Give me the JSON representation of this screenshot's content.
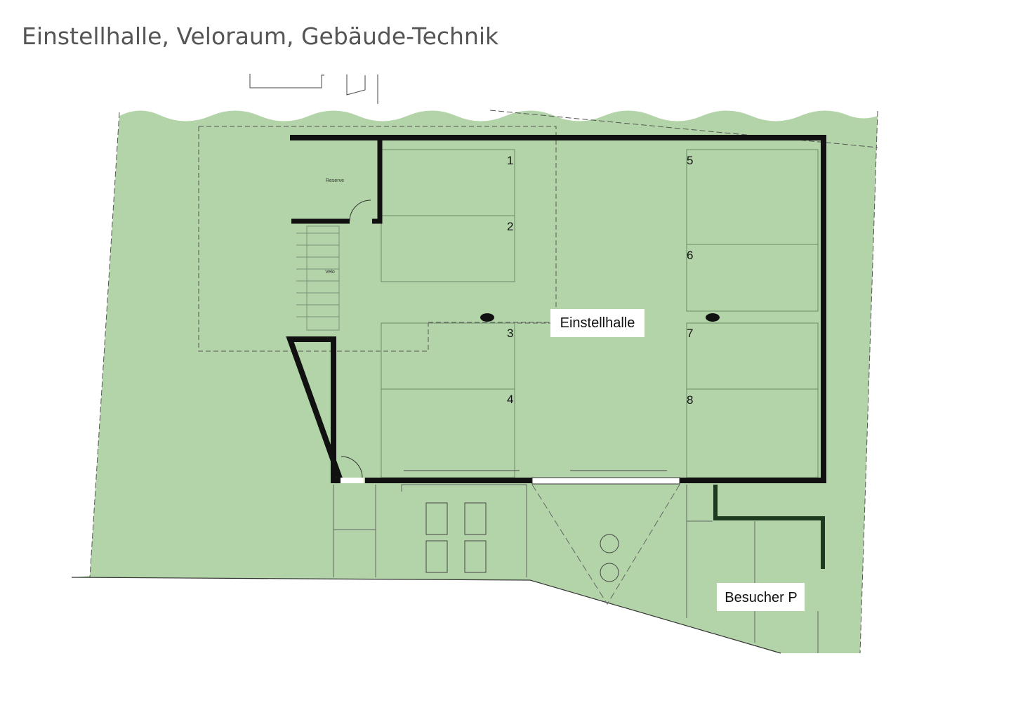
{
  "title": "Einstellhalle, Veloraum, Gebäude-Technik",
  "colors": {
    "site_fill": "#b3d4a8",
    "wall": "#111111",
    "hedge": "#1e3a1e",
    "label_bg": "#ffffff"
  },
  "rooms": {
    "reserve": "Reserve",
    "velo": "Velo",
    "einstellhalle": "Einstellhalle",
    "besucher": "Besucher P"
  },
  "parking_spaces": [
    "1",
    "2",
    "3",
    "4",
    "5",
    "6",
    "7",
    "8"
  ]
}
